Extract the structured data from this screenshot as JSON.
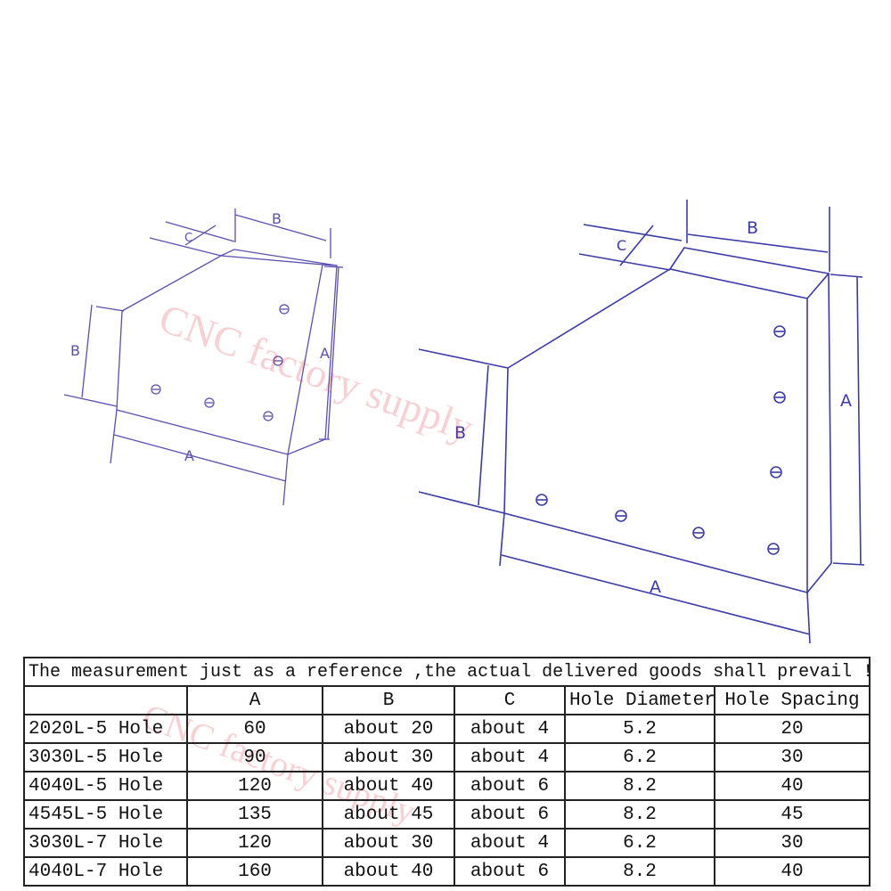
{
  "drawing": {
    "small": {
      "label_a": "A",
      "label_b": "B",
      "label_c": "C",
      "label_side_a": "A",
      "label_side_b": "B"
    },
    "large": {
      "label_a": "A",
      "label_b": "B",
      "label_c": "C",
      "label_side_a": "A",
      "label_side_b": "B"
    },
    "line_color": "#3a3aa8"
  },
  "watermark": "CNC factory supply",
  "table": {
    "caption": "The measurement just as a reference ,the actual delivered goods shall prevail !(mm)",
    "headers": [
      "",
      "A",
      "B",
      "C",
      "Hole Diameter",
      "Hole Spacing"
    ],
    "rows": [
      [
        "2020L-5 Hole",
        "60",
        "about 20",
        "about 4",
        "5.2",
        "20"
      ],
      [
        "3030L-5 Hole",
        "90",
        "about 30",
        "about 4",
        "6.2",
        "30"
      ],
      [
        "4040L-5 Hole",
        "120",
        "about 40",
        "about 6",
        "8.2",
        "40"
      ],
      [
        "4545L-5 Hole",
        "135",
        "about 45",
        "about 6",
        "8.2",
        "45"
      ],
      [
        "3030L-7 Hole",
        "120",
        "about 30",
        "about 4",
        "6.2",
        "30"
      ],
      [
        "4040L-7 Hole",
        "160",
        "about 40",
        "about 6",
        "8.2",
        "40"
      ]
    ]
  }
}
